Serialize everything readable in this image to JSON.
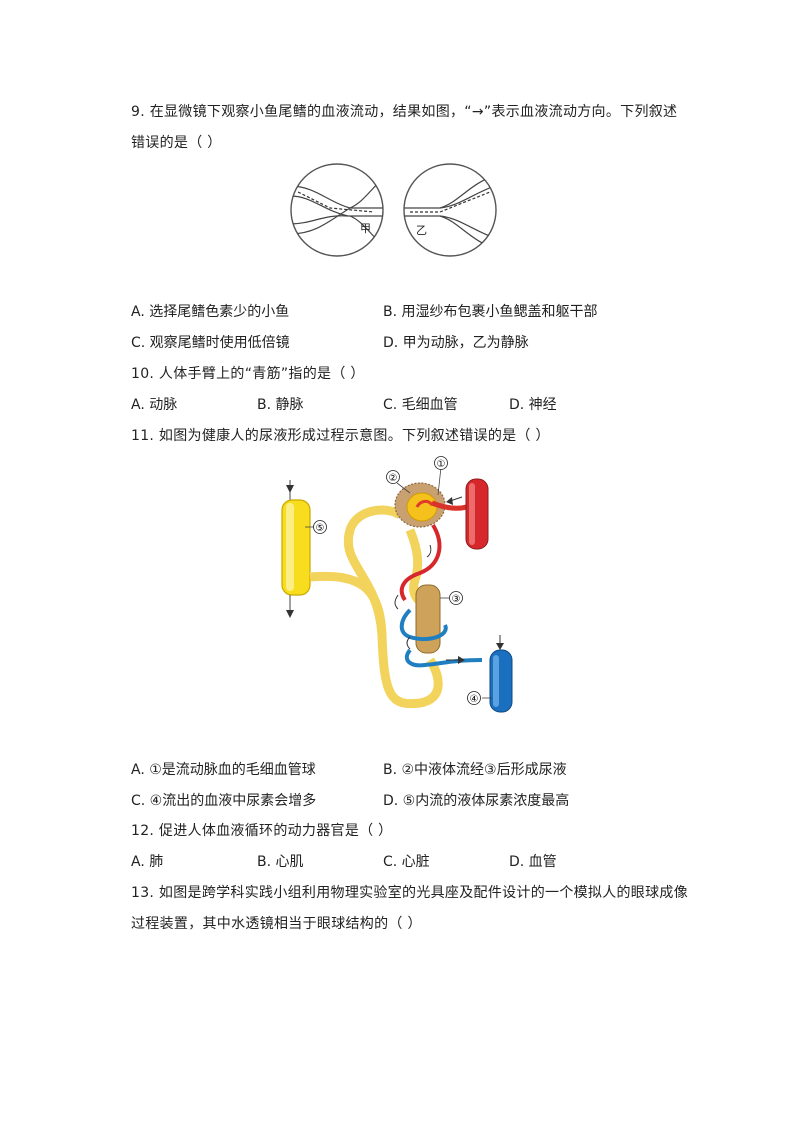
{
  "q9": {
    "line1": "9.   在显微镜下观察小鱼尾鳍的血液流动，结果如图，“→”表示血液流动方向。下列叙述",
    "line2": "错误的是（       ）",
    "fig_labels": [
      "甲",
      "乙"
    ],
    "options": [
      "A. 选择尾鳍色素少的小鱼",
      "B. 用湿纱布包裹小鱼鳃盖和躯干部",
      "C. 观察尾鳍时使用低倍镜",
      "D. 甲为动脉，乙为静脉"
    ]
  },
  "q10": {
    "stem": "10.   人体手臂上的“青筋”指的是（       ）",
    "options": [
      "A. 动脉",
      "B. 静脉",
      "C. 毛细血管",
      "D. 神经"
    ]
  },
  "q11": {
    "stem": "11.   如图为健康人的尿液形成过程示意图。下列叙述错误的是（       ）",
    "fig_labels": [
      "①",
      "②",
      "③",
      "④",
      "⑤"
    ],
    "options": [
      "A. ①是流动脉血的毛细血管球",
      "B. ②中液体流经③后形成尿液",
      "C. ④流出的血液中尿素会增多",
      "D. ⑤内流的液体尿素浓度最高"
    ]
  },
  "q12": {
    "stem": "12.   促进人体血液循环的动力器官是（       ）",
    "options": [
      "A. 肺",
      "B. 心肌",
      "C. 心脏",
      "D. 血管"
    ]
  },
  "q13": {
    "line1": "13.   如图是跨学科实践小组利用物理实验室的光具座及配件设计的一个模拟人的眼球成像",
    "line2": "过程装置，其中水透镜相当于眼球结构的（       ）"
  }
}
